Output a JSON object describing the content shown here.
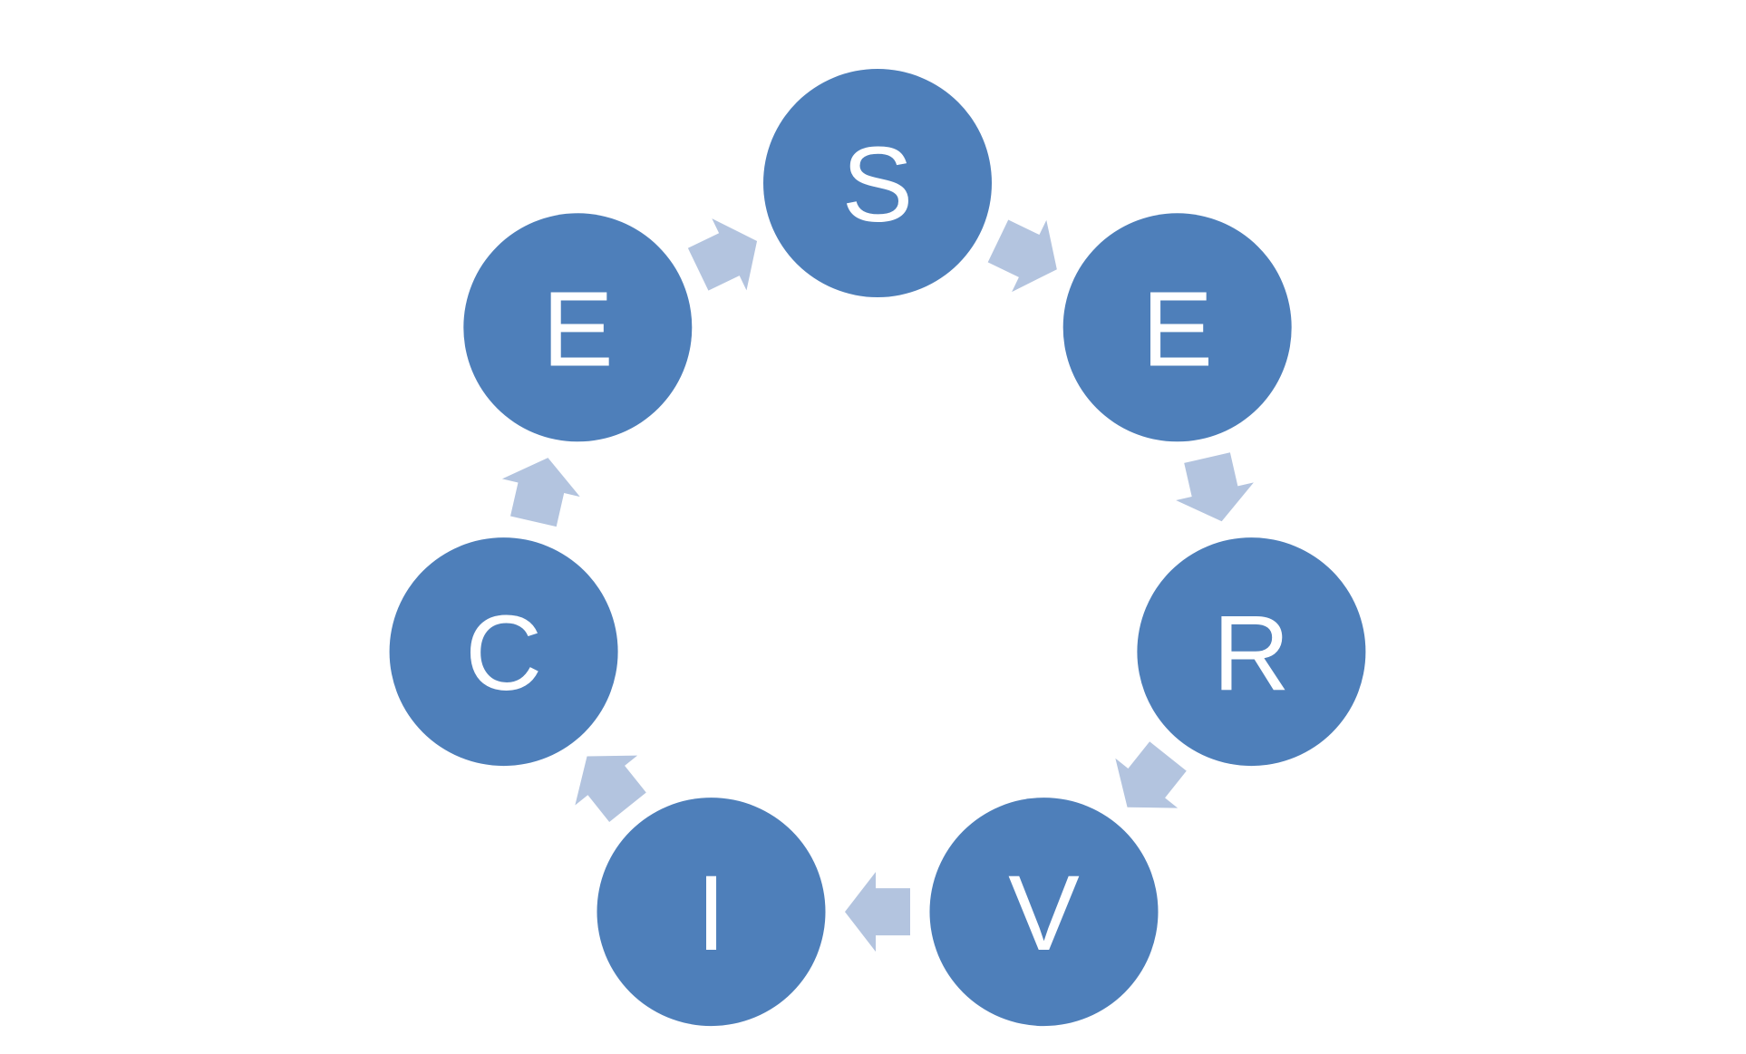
{
  "diagram": {
    "type": "cycle",
    "direction": "clockwise",
    "colors": {
      "node_fill": "#4e7fba",
      "arrow_fill": "#b3c4df",
      "letter": "#ffffff",
      "background": "#ffffff"
    },
    "nodes": [
      {
        "id": "s",
        "label": "S"
      },
      {
        "id": "e1",
        "label": "E"
      },
      {
        "id": "r",
        "label": "R"
      },
      {
        "id": "v",
        "label": "V"
      },
      {
        "id": "i",
        "label": "I"
      },
      {
        "id": "c",
        "label": "C"
      },
      {
        "id": "e2",
        "label": "E"
      }
    ],
    "edges": [
      {
        "from": "s",
        "to": "e1"
      },
      {
        "from": "e1",
        "to": "r"
      },
      {
        "from": "r",
        "to": "v"
      },
      {
        "from": "v",
        "to": "i"
      },
      {
        "from": "i",
        "to": "c"
      },
      {
        "from": "c",
        "to": "e2"
      },
      {
        "from": "e2",
        "to": "s"
      }
    ]
  }
}
